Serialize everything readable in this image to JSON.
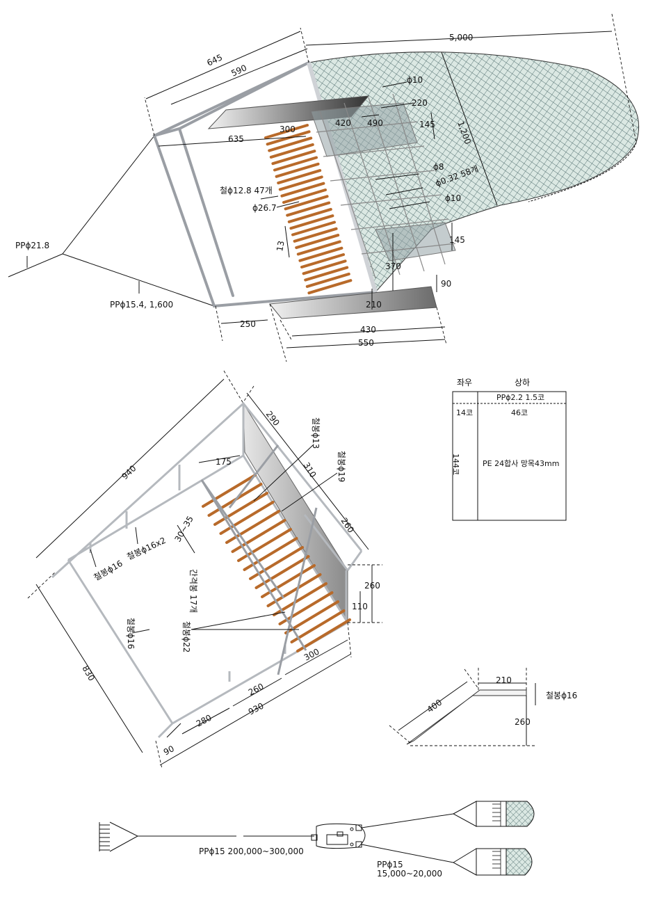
{
  "top_view": {
    "dims": {
      "d645": "645",
      "d590": "590",
      "d5000": "5,000",
      "d635": "635",
      "d300": "300",
      "d420": "420",
      "d490": "490",
      "d220": "220",
      "d145a": "145",
      "d1200": "1,200",
      "d13": "13",
      "d145b": "145",
      "d370": "370",
      "d90": "90",
      "d210": "210",
      "d250": "250",
      "d430": "430",
      "d550": "550"
    },
    "labels": {
      "phi10_top": "ϕ10",
      "phi8": "ϕ8",
      "phi032": "ϕ0.32 58개",
      "phi10_mid": "ϕ10",
      "steel128": "철ϕ12.8  47개",
      "phi267": "ϕ26.7",
      "pp218": "PPϕ21.8",
      "pp154": "PPϕ15.4, 1,600"
    }
  },
  "frame_view": {
    "dims": {
      "d940": "940",
      "d290": "290",
      "d310": "310",
      "d260a": "260",
      "d175": "175",
      "d3035": "30~35",
      "d260b": "260",
      "d110": "110",
      "d830": "830",
      "d300": "300",
      "d260c": "260",
      "d280": "280",
      "d930": "930",
      "d90": "90"
    },
    "labels": {
      "steel13": "철봉ϕ13",
      "steel19": "철봉ϕ19",
      "steel16a": "철봉ϕ16",
      "steel16x2": "철봉ϕ16x2",
      "steel16b": "철봉ϕ16",
      "rods17": "간격봉 17개",
      "steel22": "철봉ϕ22"
    }
  },
  "net_spec": {
    "header_left": "좌우",
    "header_right": "상하",
    "pp_line": "PPϕ2.2  1.5코",
    "left_top": "14코",
    "right_top": "46코",
    "left_side": "144코",
    "material": "PE 24합사 망목43mm"
  },
  "bar_detail": {
    "d210": "210",
    "d400": "400",
    "d260": "260",
    "steel16": "철봉ϕ16"
  },
  "towing": {
    "main_rope": "PPϕ15 200,000~300,000",
    "branch_rope_a": "PPϕ15",
    "branch_rope_b": "15,000~20,000"
  },
  "colors": {
    "net_fill": "#d8e7e2",
    "net_line": "#4f6d6d",
    "frame": "#9a9ea4",
    "rod": "#b86a2a"
  }
}
